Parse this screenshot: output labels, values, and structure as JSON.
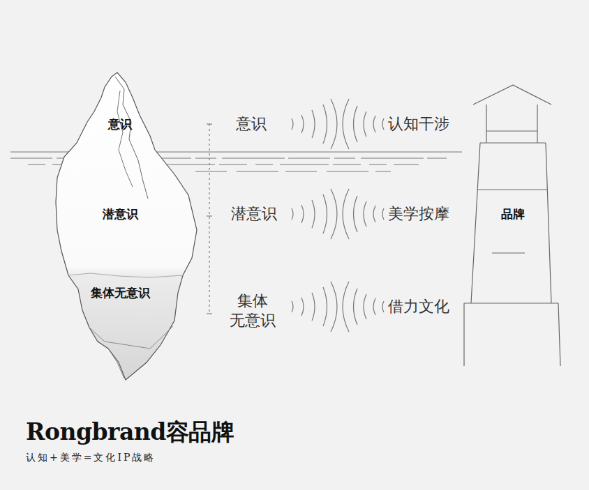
{
  "diagram": {
    "nodes": [
      {
        "text": [
          "意识",
          "潜意识",
          "集体无意识"
        ]
      },
      {
        "text": [
          "品牌"
        ]
      }
    ],
    "labels": [
      "意识",
      "潜意识",
      "集体 无意识",
      "认知干涉",
      "美学按摩",
      "借力文化",
      "Rongbrand容品牌",
      "认知+美学=文化IP战略"
    ]
  }
}
